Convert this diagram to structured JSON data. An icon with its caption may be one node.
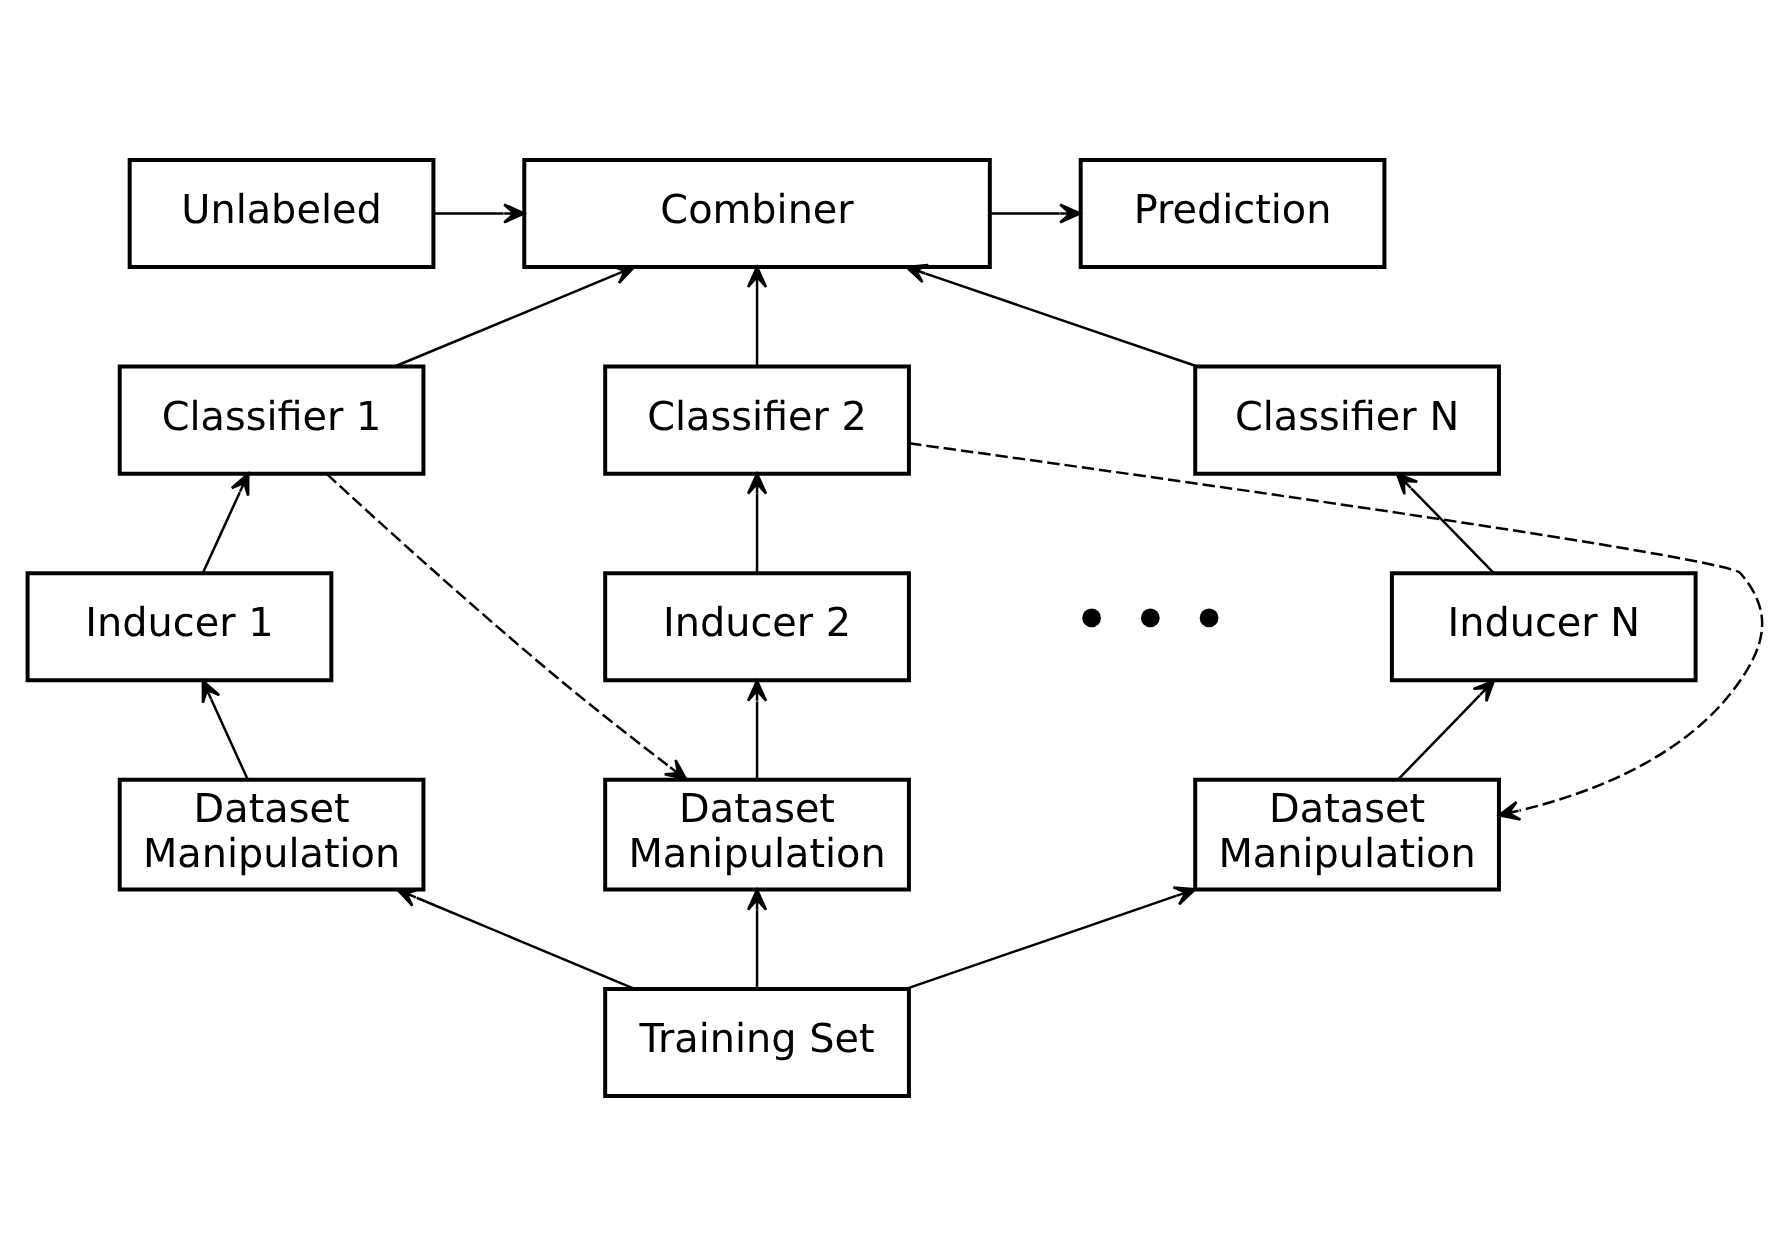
{
  "diagram": {
    "nodes": [
      {
        "text": [
          "Unlabeled"
        ]
      },
      {
        "text": [
          "Combiner"
        ]
      },
      {
        "text": [
          "Prediction"
        ]
      },
      {
        "text": [
          "Classifier 1"
        ]
      },
      {
        "text": [
          "Classifier 2"
        ]
      },
      {
        "text": [
          "Classifier N"
        ]
      },
      {
        "text": [
          "Inducer 1"
        ]
      },
      {
        "text": [
          "Inducer 2"
        ]
      },
      {
        "text": [
          "Inducer N"
        ]
      },
      {
        "text": [
          "Dataset Manipulation"
        ]
      },
      {
        "text": [
          "Dataset Manipulation"
        ]
      },
      {
        "text": [
          "Dataset Manipulation"
        ]
      },
      {
        "text": [
          "Training Set"
        ]
      }
    ],
    "edges": [
      {
        "from": 0,
        "to": 1,
        "arrow": "to"
      },
      {
        "from": 1,
        "to": 2,
        "arrow": "to"
      },
      {
        "from": 3,
        "to": 1,
        "arrow": "to"
      },
      {
        "from": 4,
        "to": 1,
        "arrow": "to"
      },
      {
        "from": 5,
        "to": 1,
        "arrow": "to"
      },
      {
        "from": 6,
        "to": 3,
        "arrow": "to"
      },
      {
        "from": 7,
        "to": 4,
        "arrow": "to"
      },
      {
        "from": 8,
        "to": 5,
        "arrow": "to"
      },
      {
        "from": 9,
        "to": 6,
        "arrow": "to"
      },
      {
        "from": 10,
        "to": 7,
        "arrow": "to"
      },
      {
        "from": 11,
        "to": 8,
        "arrow": "to"
      },
      {
        "from": 12,
        "to": 9,
        "arrow": "to"
      },
      {
        "from": 12,
        "to": 10,
        "arrow": "to"
      },
      {
        "from": 12,
        "to": 11,
        "arrow": "to"
      },
      {
        "from": 3,
        "to": 10,
        "arrow": "to",
        "style": "dashed"
      },
      {
        "from": 4,
        "to": 11,
        "arrow": "to",
        "style": "dashed"
      }
    ],
    "labels": [
      "• • •"
    ]
  }
}
